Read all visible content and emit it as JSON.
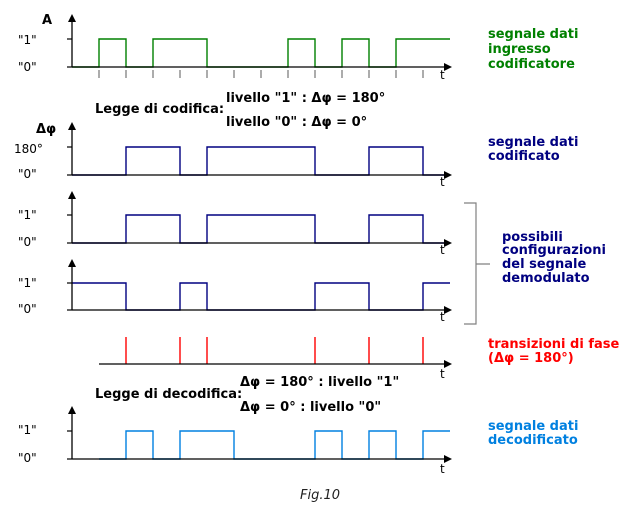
{
  "colors": {
    "axis": "#000000",
    "input": "#008000",
    "encoded": "#000080",
    "demod": "#000080",
    "transitions": "#ff0000",
    "decoded": "#0080e0",
    "tick": "#808080",
    "brace": "#808080"
  },
  "labels": {
    "one": "\"1\"",
    "zero": "\"0\"",
    "deg180": "180°",
    "t": "t",
    "A": "A",
    "dphi": "Δφ"
  },
  "encoding_rule": {
    "title": "Legge di codifica:",
    "line1": "livello \"1\" : Δφ = 180°",
    "line2": "livello \"0\" : Δφ = 0°"
  },
  "decoding_rule": {
    "title": "Legge di decodifica:",
    "line1": "Δφ = 180° : livello \"1\"",
    "line2": "Δφ = 0° : livello \"0\""
  },
  "side_labels": {
    "input": [
      "segnale dati",
      "ingresso",
      "codificatore"
    ],
    "encoded": [
      "segnale dati",
      "codificato"
    ],
    "demod": [
      "possibili",
      "configurazioni",
      "del segnale",
      "demodulato"
    ],
    "transitions": [
      "transizioni di fase",
      "(Δφ = 180°)"
    ],
    "decoded": [
      "segnale dati",
      "decodificato"
    ]
  },
  "caption": "Fig.10",
  "chart_data": {
    "type": "line",
    "x_unit": "bit",
    "bit_boundaries": [
      1,
      2,
      3,
      4,
      5,
      6,
      7,
      8,
      9,
      10,
      11,
      12,
      13
    ],
    "series": [
      {
        "name": "segnale dati ingresso codificatore",
        "transitions_at": [
          1,
          2,
          3,
          5,
          8,
          9,
          10,
          11,
          12
        ],
        "start_level": 0,
        "x_start": 0,
        "x_end": 14
      },
      {
        "name": "segnale dati codificato",
        "transitions_at": [
          2,
          4,
          5,
          9,
          11,
          13
        ],
        "start_level": 0,
        "x_start": 0,
        "x_end": 14
      },
      {
        "name": "possibili configurazioni del segnale demodulato",
        "transitions_at": [
          2,
          4,
          5,
          9,
          11,
          13
        ],
        "start_level": 0,
        "x_start": 0,
        "x_end": 14
      },
      {
        "name": "possibili configurazioni del segnale demodulato (inversa)",
        "transitions_at": [
          2,
          4,
          5,
          9,
          11,
          13
        ],
        "start_level": 1,
        "x_start": 0,
        "x_end": 14
      },
      {
        "name": "transizioni di fase",
        "impulses_at": [
          2,
          4,
          5,
          9,
          11,
          13
        ],
        "x_start": 1,
        "x_end": 14
      },
      {
        "name": "segnale dati decodificato",
        "transitions_at": [
          2,
          3,
          4,
          6,
          9,
          10,
          11,
          12,
          13
        ],
        "start_level": 0,
        "x_start": 1,
        "x_end": 14
      }
    ]
  }
}
